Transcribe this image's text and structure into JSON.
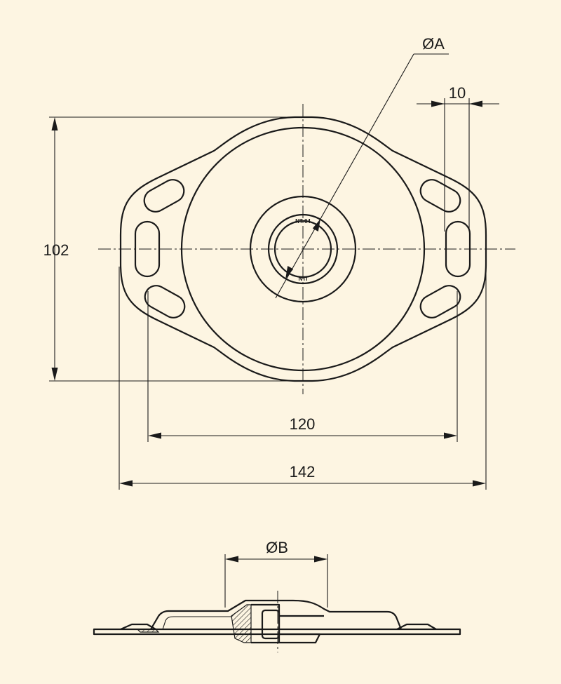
{
  "colors": {
    "background": "#fdf5e2",
    "line": "#1a1a1a"
  },
  "dimensions": {
    "height": "102",
    "width_total": "142",
    "hole_spacing": "120",
    "slot_width": "10",
    "inner_diameter": "ØA",
    "stud_diameter": "ØB"
  },
  "part_marks": {
    "top": "NT 04",
    "bottom": "NTI"
  }
}
